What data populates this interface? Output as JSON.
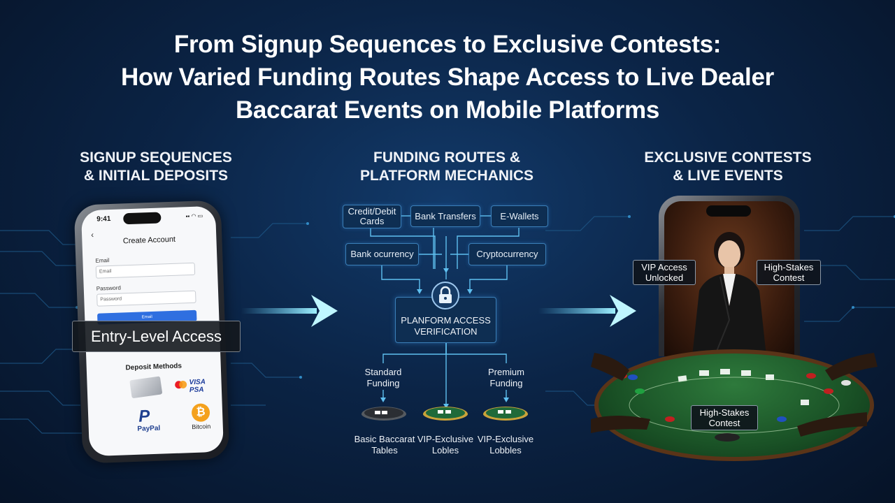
{
  "title": {
    "line1": "From Signup Sequences to Exclusive Contests:",
    "line2": "How Varied Funding Routes Shape Access to Live Dealer",
    "line3": "Baccarat Events on Mobile Platforms"
  },
  "sections": {
    "left": {
      "line1": "SIGNUP SEQUENCES",
      "line2": "& INITIAL DEPOSITS"
    },
    "middle": {
      "line1": "FUNDING ROUTES &",
      "line2": "PLATFORM MECHANICS"
    },
    "right": {
      "line1": "EXCLUSIVE CONTESTS",
      "line2": "& LIVE EVENTS"
    }
  },
  "signup_phone": {
    "time": "9:41",
    "create_account": "Create Account",
    "email_label": "Email",
    "email_value": "Email",
    "password_label": "Password",
    "password_value": "Password",
    "button_label": "Email",
    "deposit_methods": "Deposit Methods",
    "visa_label": "VISA PSA",
    "paypal_label": "PayPal",
    "bitcoin_label": "Bitcoin",
    "entry_level": "Entry-Level Access"
  },
  "funding": {
    "credit_debit_1": "Credit/Debit",
    "credit_debit_2": "Cards",
    "bank_transfers": "Bank Transfers",
    "e_wallets": "E-Wallets",
    "bank_currency": "Bank ocurrency",
    "cryptocurrency": "Cryptocurrency",
    "verification_1": "PLANFORM ACCESS",
    "verification_2": "VERIFICATION",
    "standard_1": "Standard",
    "standard_2": "Funding",
    "premium_1": "Premium",
    "premium_2": "Funding",
    "basic_1": "Basic Baccarat",
    "basic_2": "Tables",
    "vip_a_1": "VIP-Exclusive",
    "vip_a_2": "Lobles",
    "vip_b_1": "VIP-Exclusive",
    "vip_b_2": "Lobbles"
  },
  "live": {
    "vip_1": "VIP Access",
    "vip_2": "Unlocked",
    "hs_1": "High-Stakes",
    "hs_2": "Contest",
    "hs_table_1": "High-Stakes",
    "hs_table_2": "Contest"
  },
  "colors": {
    "accent_cyan": "#5fd3ff",
    "box_fill": "#0e2e52",
    "box_border": "#3b7fb8",
    "table_green": "#1f6a30"
  }
}
